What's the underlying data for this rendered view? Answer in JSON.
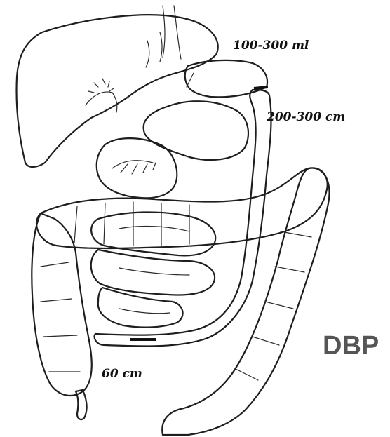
{
  "labels": {
    "stomach_volume": "100-300 ml",
    "bypass_limb": "200-300 cm",
    "common_channel": "60 cm",
    "watermark": "DBP"
  },
  "colors": {
    "background": "#ffffff",
    "outline": "#1e1e1e",
    "organ_fill": "#f2f2f2",
    "bypass_fill": "#a9a9a9",
    "pouch_fill": "#bcbcbc",
    "watermark": "#555555"
  }
}
